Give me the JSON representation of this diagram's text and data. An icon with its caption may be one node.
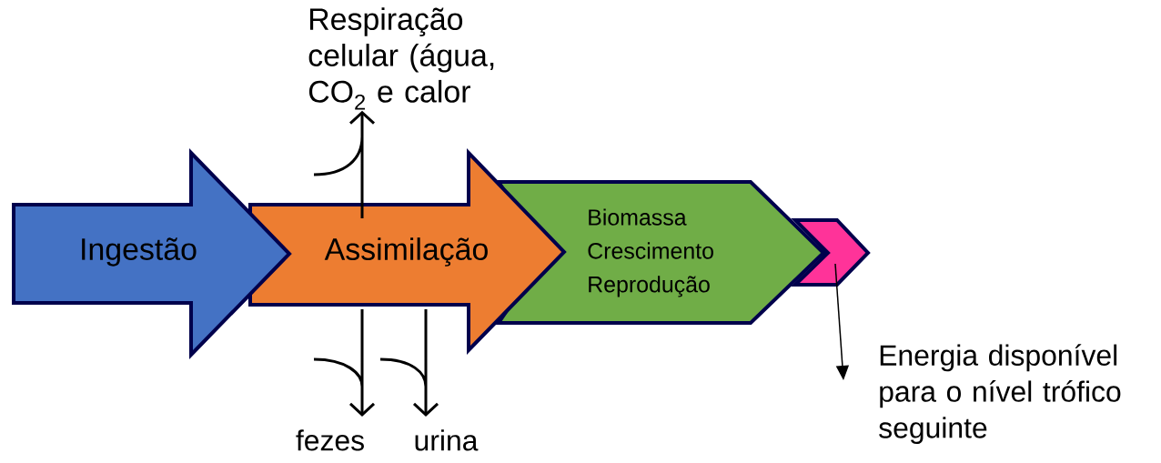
{
  "diagram": {
    "nodes": [
      {
        "text": [
          "Ingestão"
        ]
      },
      {
        "text": [
          "Assimilação"
        ]
      },
      {
        "text": [
          "Biomassa",
          "Crescimento",
          "Reprodução"
        ]
      },
      {
        "text": [],
        "shape": "chevron"
      },
      {
        "text": [
          "Respiração celular (água, CO$_{2}$ e calor"
        ]
      },
      {
        "text": [
          "fezes"
        ]
      },
      {
        "text": [
          "urina"
        ]
      },
      {
        "text": [
          "Energia disponível para o nível trófico seguinte"
        ]
      }
    ],
    "edges": [
      {
        "from": 1,
        "to": 4,
        "arrow": "to"
      },
      {
        "from": 1,
        "to": 5,
        "arrow": "to"
      },
      {
        "from": 1,
        "to": 6,
        "arrow": "to"
      },
      {
        "from": 3,
        "to": 7,
        "arrow": "to"
      }
    ]
  }
}
